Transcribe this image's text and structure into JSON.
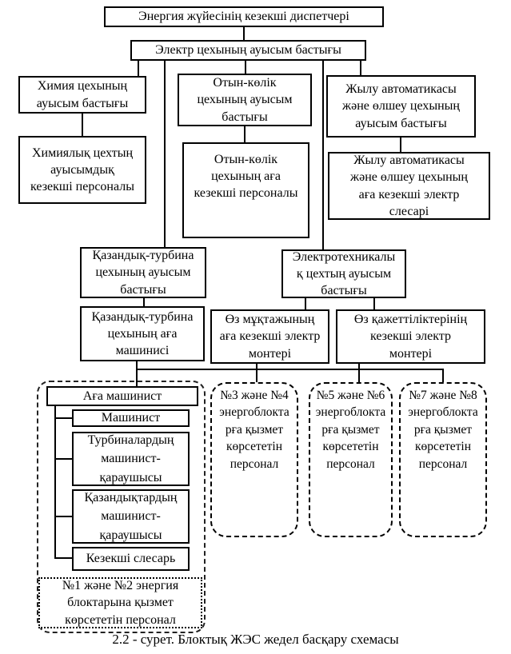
{
  "figure": {
    "caption": "2.2 - сурет. Блоктық ЖЭС жедел басқару схемасы"
  },
  "nodes": {
    "dispatcher": {
      "label": "Энергия жүйесінің кезекші диспетчері"
    },
    "electric_shift": {
      "label": "Электр цехының ауысым бастығы"
    },
    "chem_shift": {
      "label": "Химия цехының\nауысым бастығы"
    },
    "fuel_shift": {
      "label": "Отын-көлік\nцехының ауысым\nбастығы"
    },
    "heat_shift": {
      "label": "Жылу автоматикасы\nжәне өлшеу цехының\nауысым бастығы"
    },
    "chem_staff": {
      "label": "Химиялық цехтың\nауысымдық\nкезекші персоналы"
    },
    "fuel_staff": {
      "label": "Отын-көлік\nцехының аға\nкезекші персоналы"
    },
    "heat_staff": {
      "label": "Жылу автоматикасы\nжәне өлшеу цехының\nаға кезекші электр\nслесарі"
    },
    "boiler_shift": {
      "label": "Қазандық-турбина\nцехының ауысым\nбастығы"
    },
    "electrotech_shift": {
      "label": "Электротехникалы\nқ цехтың ауысым\nбастығы"
    },
    "boiler_senior": {
      "label": "Қазандық-турбина\nцехының аға\nмашинисі"
    },
    "own_needs_senior": {
      "label": "Өз мұқтажының\nаға кезекші электр\nмонтері"
    },
    "own_needs_duty": {
      "label": "Өз қажеттіліктерінің\nкезекші электр\nмонтері"
    },
    "senior_machinist": {
      "label": "Аға машинист"
    },
    "machinist": {
      "label": "Машинист"
    },
    "turbine_operator": {
      "label": "Турбиналардың\nмашинист-\nқараушысы"
    },
    "boiler_operator": {
      "label": "Қазандықтардың\nмашинист-\nқараушысы"
    },
    "duty_fitter": {
      "label": "Кезекші слесарь"
    },
    "blocks_1_2": {
      "label": "№1 және №2 энергия\nблоктарына қызмет\nкөрсететін персонал"
    },
    "blocks_3_4": {
      "label": "№3 және №4\nэнергоблокта\nрға қызмет\nкөрсететін\nперсонал"
    },
    "blocks_5_6": {
      "label": "№5 және №6\nэнергоблокта\nрға қызмет\nкөрсететін\nперсонал"
    },
    "blocks_7_8": {
      "label": "№7 және №8\nэнергоблокта\nрға қызмет\nкөрсететін\nперсонал"
    }
  }
}
